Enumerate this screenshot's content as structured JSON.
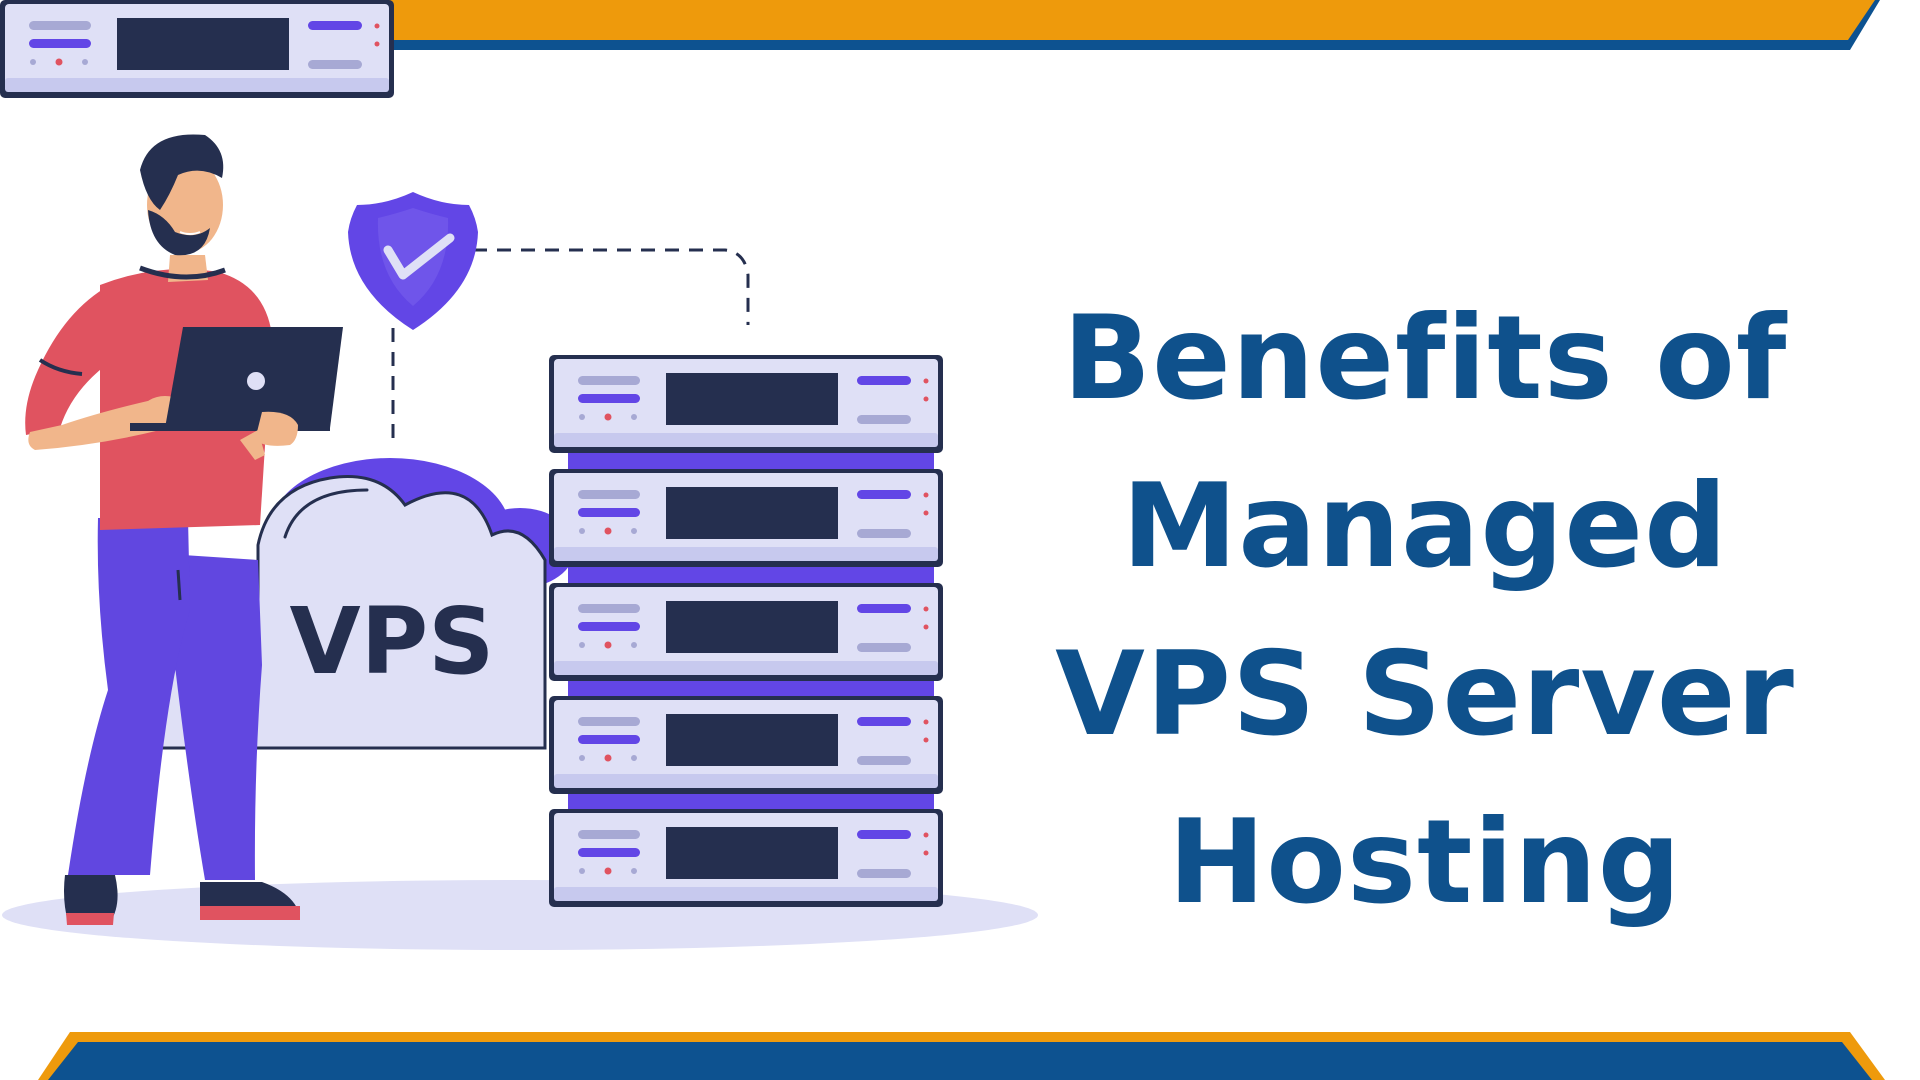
{
  "headline": {
    "lines": [
      "Benefits of",
      "Managed",
      "VPS Server",
      "Hosting"
    ],
    "color": "#0f518c"
  },
  "illustration": {
    "cloud_label": "VPS",
    "server_units": 5,
    "icons": [
      "shield-check-icon",
      "laptop-icon",
      "cloud-icon",
      "server-rack-icon"
    ]
  },
  "colors": {
    "banner_orange": "#ee9a0c",
    "banner_blue": "#0d5290",
    "shirt": "#e05360",
    "pants": "#6147e0",
    "accent_purple": "#6246e6",
    "dark_navy": "#252f4f",
    "light_lavender": "#dfe0f6"
  }
}
